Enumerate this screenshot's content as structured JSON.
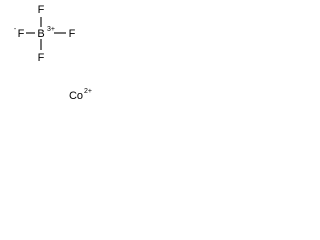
{
  "molecule": {
    "anion": {
      "center": {
        "symbol": "B",
        "charge": "3+"
      },
      "top": {
        "symbol": "F"
      },
      "left": {
        "symbol": "F",
        "charge": "-"
      },
      "right": {
        "symbol": "F"
      },
      "bottom": {
        "symbol": "F"
      }
    },
    "cation": {
      "symbol": "Co",
      "charge": "2+"
    }
  }
}
